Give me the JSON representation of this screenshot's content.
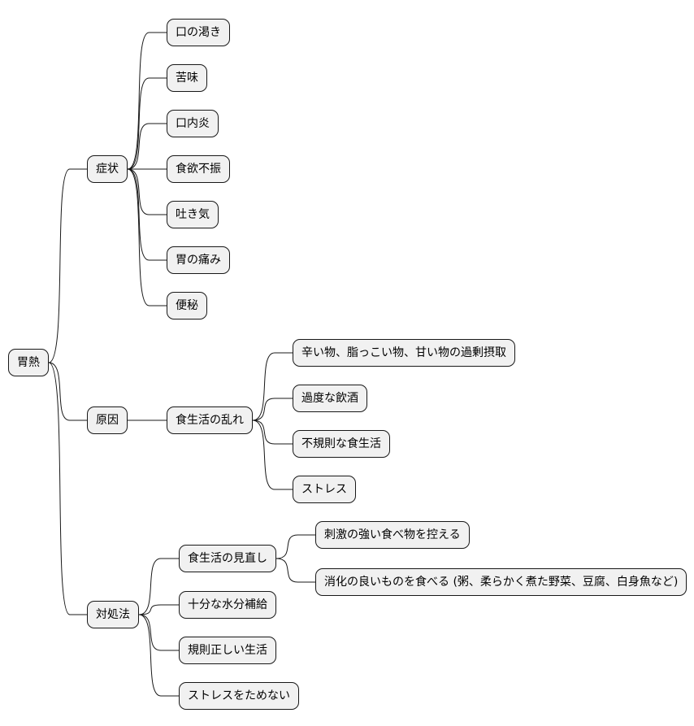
{
  "mindmap": {
    "root": "胃熱",
    "branches": [
      {
        "label": "症状",
        "children": [
          {
            "label": "口の渇き"
          },
          {
            "label": "苦味"
          },
          {
            "label": "口内炎"
          },
          {
            "label": "食欲不振"
          },
          {
            "label": "吐き気"
          },
          {
            "label": "胃の痛み"
          },
          {
            "label": "便秘"
          }
        ]
      },
      {
        "label": "原因",
        "children": [
          {
            "label": "食生活の乱れ",
            "children": [
              {
                "label": "辛い物、脂っこい物、甘い物の過剰摂取"
              },
              {
                "label": "過度な飲酒"
              },
              {
                "label": "不規則な食生活"
              },
              {
                "label": "ストレス"
              }
            ]
          }
        ]
      },
      {
        "label": "対処法",
        "children": [
          {
            "label": "食生活の見直し",
            "children": [
              {
                "label": "刺激の強い食べ物を控える"
              },
              {
                "label": "消化の良いものを食べる (粥、柔らかく煮た野菜、豆腐、白身魚など)"
              }
            ]
          },
          {
            "label": "十分な水分補給"
          },
          {
            "label": "規則正しい生活"
          },
          {
            "label": "ストレスをためない"
          }
        ]
      }
    ]
  }
}
